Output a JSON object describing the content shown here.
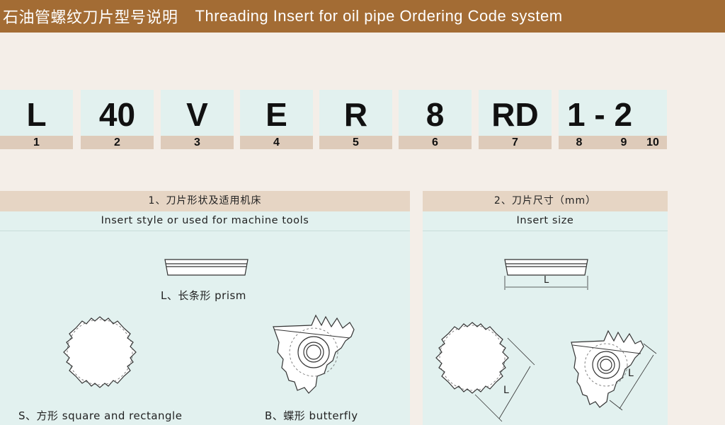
{
  "header": {
    "title_cn": "石油管螺纹刀片型号说明",
    "title_en": "Threading Insert for oil pipe Ordering Code system"
  },
  "code_boxes": [
    {
      "letter": "L",
      "num": "1"
    },
    {
      "letter": "40",
      "num": "2"
    },
    {
      "letter": "V",
      "num": "3"
    },
    {
      "letter": "E",
      "num": "4"
    },
    {
      "letter": "R",
      "num": "5"
    },
    {
      "letter": "8",
      "num": "6"
    },
    {
      "letter": "RD",
      "num": "7"
    },
    {
      "letter": "1 - 2",
      "nums": [
        "8",
        "9",
        "10"
      ]
    }
  ],
  "panel1": {
    "title_cn": "1、刀片形状及适用机床",
    "title_en": "Insert style or used for machine tools",
    "captions": {
      "prism": "L、长条形 prism",
      "square": "S、方形 square and rectangle",
      "butterfly": "B、蝶形 butterfly"
    }
  },
  "panel2": {
    "title_cn": "2、刀片尺寸（mm）",
    "title_en": "Insert size",
    "dim_label": "L"
  }
}
